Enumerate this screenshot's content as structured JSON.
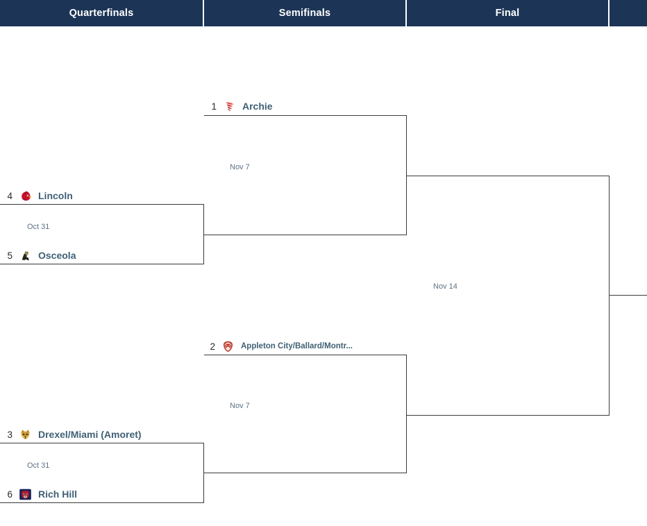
{
  "headers": [
    {
      "label": "Quarterfinals"
    },
    {
      "label": "Semifinals"
    },
    {
      "label": "Final"
    },
    {
      "label": ""
    }
  ],
  "rounds": {
    "quarterfinals": {
      "label": "Quarterfinals",
      "matchups": [
        {
          "date": "Oct 31",
          "teams": [
            {
              "seed": "4",
              "name": "Lincoln",
              "logo": "cardinal-logo",
              "logo_color": "#c8102e"
            },
            {
              "seed": "5",
              "name": "Osceola",
              "logo": "seminole-logo",
              "logo_color": "#2b2b20"
            }
          ]
        },
        {
          "date": "Oct 31",
          "teams": [
            {
              "seed": "3",
              "name": "Drexel/Miami (Amoret)",
              "logo": "bobcat-logo",
              "logo_color": "#d2a23c"
            },
            {
              "seed": "6",
              "name": "Rich Hill",
              "logo": "bear-logo",
              "logo_color": "#17205a"
            }
          ]
        }
      ]
    },
    "semifinals": {
      "label": "Semifinals",
      "matchups": [
        {
          "date": "Nov 7",
          "teams": [
            {
              "seed": "1",
              "name": "Archie",
              "logo": "whirlwind-logo",
              "logo_color": "#d9534f"
            }
          ]
        },
        {
          "date": "Nov 7",
          "teams": [
            {
              "seed": "2",
              "name": "Appleton City/Ballard/Montr...",
              "logo": "bulldog-shield-logo",
              "logo_color": "#c0392b"
            }
          ]
        }
      ]
    },
    "final": {
      "label": "Final",
      "matchups": [
        {
          "date": "Nov 14",
          "teams": []
        }
      ]
    }
  },
  "colors": {
    "header_bg": "#1c3557",
    "header_text": "#ffffff",
    "team_name": "#3f6075",
    "seed": "#2a2a2a",
    "date": "#5d7184",
    "bracket_line": "#3a3a3a",
    "page_bg": "#ffffff"
  }
}
